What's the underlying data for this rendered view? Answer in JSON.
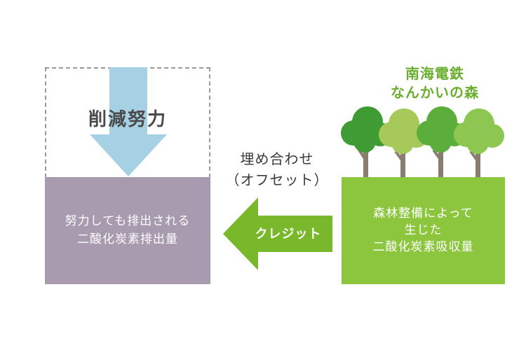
{
  "left_panel": {
    "reduction_label": "削減努力",
    "emission_line1": "努力しても排出される",
    "emission_line2": "二酸化炭素排出量"
  },
  "middle": {
    "offset_line1": "埋め合わせ",
    "offset_line2": "（オフセット）",
    "credit_label": "クレジット"
  },
  "right_panel": {
    "forest_title_line1": "南海電鉄",
    "forest_title_line2": "なんかいの森",
    "absorption_line1": "森林整備によって",
    "absorption_line2": "生じた",
    "absorption_line3": "二酸化炭素吸収量"
  },
  "colors": {
    "emission_box": "#a89bb0",
    "reduction_arrow": "#a6d1e4",
    "credit_arrow": "#78b82a",
    "absorption_box": "#8cc63f",
    "forest_title": "#6aae2f"
  }
}
